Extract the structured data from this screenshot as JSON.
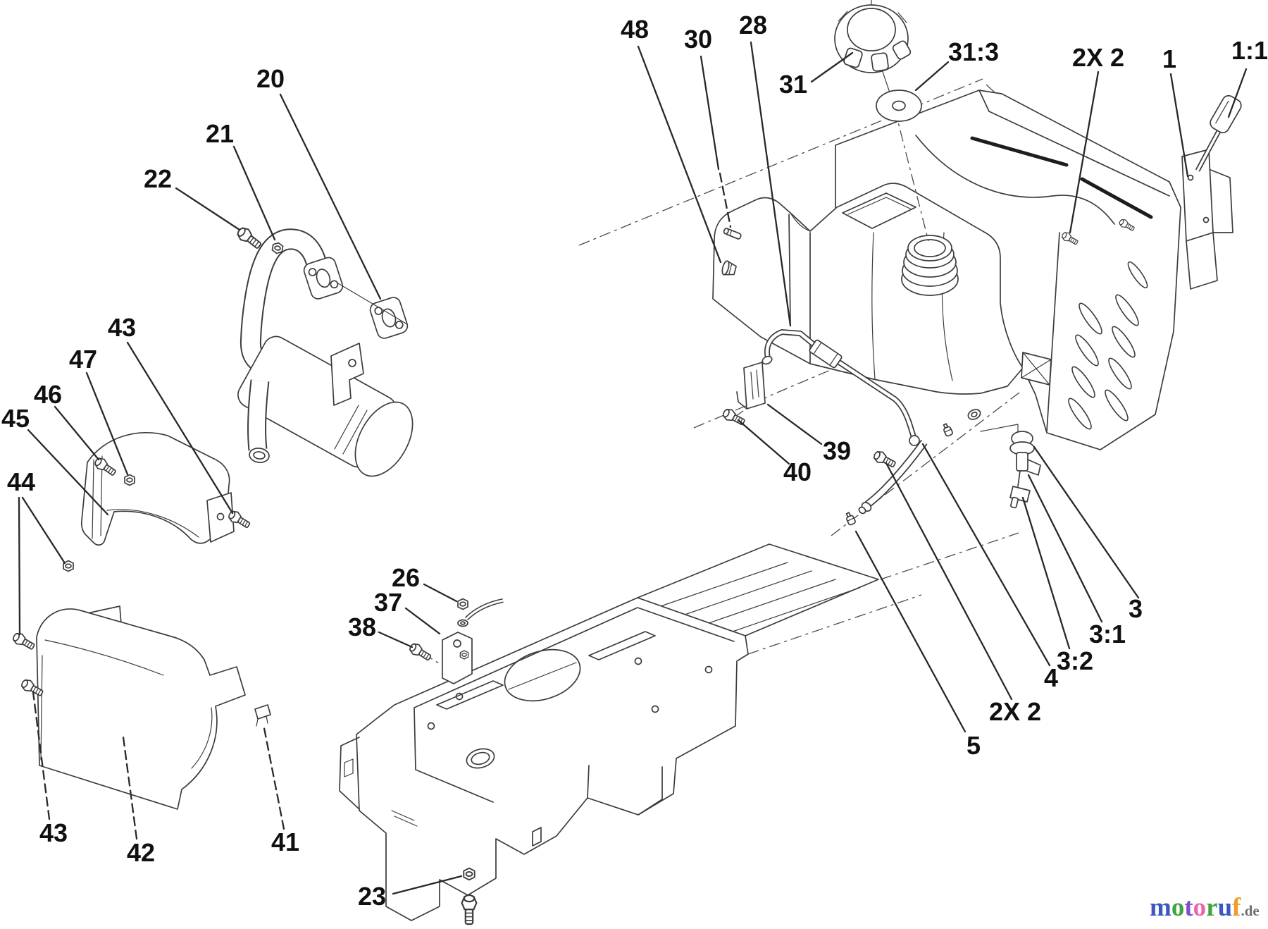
{
  "diagram": {
    "type": "exploded-parts-diagram",
    "background": "#ffffff",
    "line_color": "#3c3c3c",
    "label_color": "#101010"
  },
  "part_labels": {
    "l48": "48",
    "l30": "30",
    "l28": "28",
    "l31": "31",
    "l31_3": "31:3",
    "l2x2_top": "2X 2",
    "l1": "1",
    "l1_1": "1:1",
    "l20": "20",
    "l21": "21",
    "l22": "22",
    "l43_upper": "43",
    "l47": "47",
    "l46": "46",
    "l45": "45",
    "l44": "44",
    "l26": "26",
    "l37": "37",
    "l38": "38",
    "l39": "39",
    "l40": "40",
    "l43_lower": "43",
    "l42": "42",
    "l41": "41",
    "l23": "23",
    "l5": "5",
    "l2x2_bottom": "2X 2",
    "l4": "4",
    "l3_2": "3:2",
    "l3_1": "3:1",
    "l3": "3"
  },
  "logo": {
    "letters": [
      {
        "char": "m",
        "color": "#3b57c4"
      },
      {
        "char": "o",
        "color": "#3fa43a"
      },
      {
        "char": "t",
        "color": "#7e4fc9"
      },
      {
        "char": "o",
        "color": "#ef64a8"
      },
      {
        "char": "r",
        "color": "#3fa43a"
      },
      {
        "char": "u",
        "color": "#3b57c4"
      },
      {
        "char": "f",
        "color": "#f09c2b"
      }
    ],
    "suffix": ".de",
    "suffix_color": "#6e6e6e"
  }
}
